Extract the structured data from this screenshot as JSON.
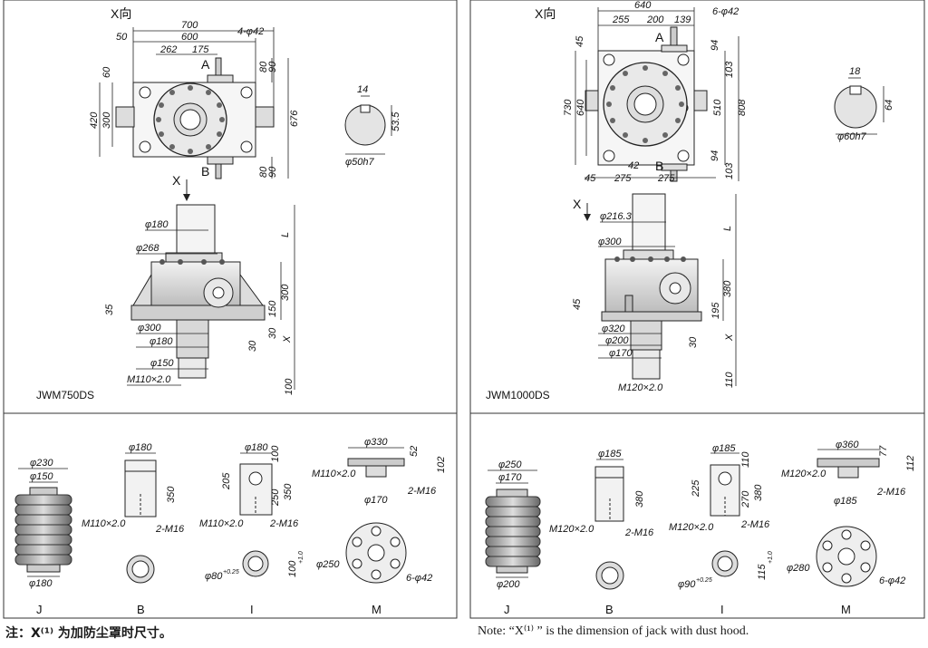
{
  "left": {
    "model": "JWM750DS",
    "xview": "X向",
    "top_dims": {
      "d700": "700",
      "d600": "600",
      "d50": "50",
      "d262": "262",
      "d175": "175",
      "holes": "4-φ42",
      "d60": "60",
      "d420": "420",
      "d300": "300",
      "d80a": "80",
      "d90a": "90",
      "d676": "676",
      "d80b": "80",
      "d90b": "90",
      "A": "A",
      "B": "B"
    },
    "key": {
      "d14": "14",
      "d535": "53.5",
      "shaft": "φ50h7"
    },
    "front": {
      "X": "X",
      "d180": "φ180",
      "d268": "φ268",
      "L": "L",
      "d300": "300",
      "d35": "35",
      "d150": "150",
      "p300": "φ300",
      "p180": "φ180",
      "d30": "30",
      "Xd": "X",
      "p150": "φ150",
      "m110": "M110×2.0",
      "d100": "100",
      "d30b": "30"
    },
    "acc": {
      "J": {
        "label": "J",
        "d230": "φ230",
        "d150": "φ150",
        "d180": "φ180"
      },
      "B": {
        "label": "B",
        "d180": "φ180",
        "d350": "350",
        "m": "M110×2.0",
        "bolt": "2-M16"
      },
      "I": {
        "label": "I",
        "d180": "φ180",
        "d100": "100",
        "d205": "205",
        "d250": "250",
        "d350": "350",
        "m": "M110×2.0",
        "bolt": "2-M16",
        "pin": "φ80",
        "pintol": "+0.25",
        "d1001": "100",
        "d1001t": "+1.0"
      },
      "M": {
        "label": "M",
        "d330": "φ330",
        "d52": "52",
        "d102": "102",
        "m": "M110×2.0",
        "bolt": "2-M16",
        "d170": "φ170",
        "d250": "φ250",
        "holes": "6-φ42"
      }
    }
  },
  "right": {
    "model": "JWM1000DS",
    "xview": "X向",
    "top_dims": {
      "d640": "640",
      "d255": "255",
      "d200": "200",
      "d139": "139",
      "holes": "6-φ42",
      "d45a": "45",
      "d94a": "94",
      "d103a": "103",
      "d730": "730",
      "d640v": "640",
      "d510": "510",
      "d808": "808",
      "d94b": "94",
      "d103b": "103",
      "d45b": "45",
      "d275a": "275",
      "d42": "42",
      "d275b": "275",
      "A": "A",
      "B": "B"
    },
    "key": {
      "d18": "18",
      "d64": "64",
      "shaft": "φ60h7"
    },
    "front": {
      "X": "X",
      "d2163": "φ216.3",
      "d300": "φ300",
      "L": "L",
      "d380": "380",
      "d45": "45",
      "d195": "195",
      "p320": "φ320",
      "p200": "φ200",
      "d30": "30",
      "Xd": "X",
      "p170": "φ170",
      "m120": "M120×2.0",
      "d110": "110"
    },
    "acc": {
      "J": {
        "label": "J",
        "d250": "φ250",
        "d170": "φ170",
        "d200": "φ200"
      },
      "B": {
        "label": "B",
        "d185": "φ185",
        "d380": "380",
        "m": "M120×2.0",
        "bolt": "2-M16"
      },
      "I": {
        "label": "I",
        "d185": "φ185",
        "d110": "110",
        "d225": "225",
        "d270": "270",
        "d380": "380",
        "m": "M120×2.0",
        "bolt": "2-M16",
        "pin": "φ90",
        "pintol": "+0.25",
        "d1151": "115",
        "d1151t": "+1.0"
      },
      "M": {
        "label": "M",
        "d360": "φ360",
        "d77": "77",
        "d112": "112",
        "m": "M120×2.0",
        "bolt": "2-M16",
        "d185": "φ185",
        "d280": "φ280",
        "holes": "6-φ42"
      }
    }
  },
  "note_cn": "注：X⁽¹⁾ 为加防尘罩时尺寸。",
  "note_en": "Note: “X⁽¹⁾ ” is the dimension of jack with dust hood."
}
